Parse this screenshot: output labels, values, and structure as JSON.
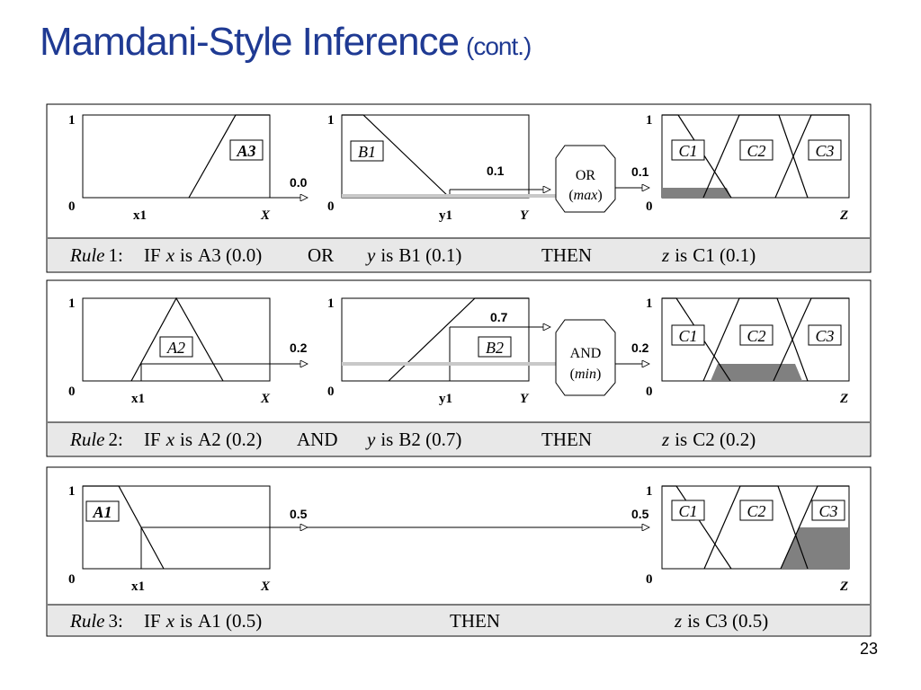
{
  "title": {
    "main": "Mamdani-Style Inference",
    "sub": "(cont.)"
  },
  "page_number": "23",
  "rules": [
    {
      "one": "1",
      "zero": "0",
      "x_axis": "X",
      "y_axis": "Y",
      "z_axis": "Z",
      "x_marker": "x1",
      "y_marker": "y1",
      "input_a": {
        "label": "A3",
        "degree": "0.0"
      },
      "input_b": {
        "label": "B1",
        "degree": "0.1"
      },
      "operator": {
        "name": "OR",
        "func": "max"
      },
      "consequent": {
        "result": "0.1",
        "labels": [
          "C1",
          "C2",
          "C3"
        ]
      },
      "text": {
        "rule_word": "Rule",
        "rule_num": "1:",
        "if_word": "IF",
        "x_var": "x",
        "is_a": "is",
        "a_term": "A3 (0.0)",
        "connector": "OR",
        "y_var": "y",
        "is_b": "is",
        "b_term": "B1 (0.1)",
        "then_word": "THEN",
        "z_var": "z",
        "is_c": "is",
        "c_term": "C1 (0.1)"
      }
    },
    {
      "one": "1",
      "zero": "0",
      "x_axis": "X",
      "y_axis": "Y",
      "z_axis": "Z",
      "x_marker": "x1",
      "y_marker": "y1",
      "input_a": {
        "label": "A2",
        "degree": "0.2"
      },
      "input_b": {
        "label": "B2",
        "degree": "0.7"
      },
      "operator": {
        "name": "AND",
        "func": "min"
      },
      "consequent": {
        "result": "0.2",
        "labels": [
          "C1",
          "C2",
          "C3"
        ]
      },
      "text": {
        "rule_word": "Rule",
        "rule_num": "2:",
        "if_word": "IF",
        "x_var": "x",
        "is_a": "is",
        "a_term": "A2 (0.2)",
        "connector": "AND",
        "y_var": "y",
        "is_b": "is",
        "b_term": "B2 (0.7)",
        "then_word": "THEN",
        "z_var": "z",
        "is_c": "is",
        "c_term": "C2 (0.2)"
      }
    },
    {
      "one": "1",
      "zero": "0",
      "x_axis": "X",
      "z_axis": "Z",
      "x_marker": "x1",
      "input_a": {
        "label": "A1",
        "degree": "0.5"
      },
      "consequent": {
        "result": "0.5",
        "labels": [
          "C1",
          "C2",
          "C3"
        ]
      },
      "text": {
        "rule_word": "Rule",
        "rule_num": "3:",
        "if_word": "IF",
        "x_var": "x",
        "is_a": "is",
        "a_term": "A1 (0.5)",
        "then_word": "THEN",
        "z_var": "z",
        "is_c": "is",
        "c_term": "C3 (0.5)"
      }
    }
  ],
  "colors": {
    "title": "#1f3a93",
    "rule_band": "#e8e8e8",
    "clipped_fill": "#808080",
    "propagation_line": "#c8c8c8"
  }
}
